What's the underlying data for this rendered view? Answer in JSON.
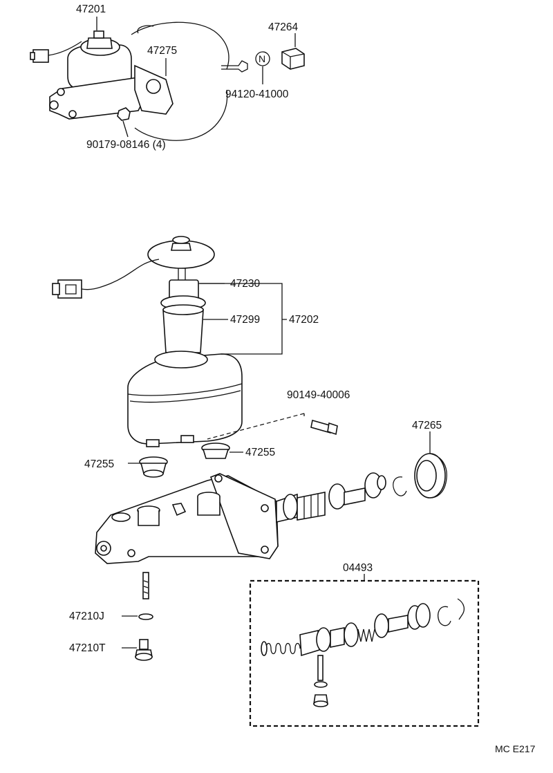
{
  "labels": {
    "p47201": "47201",
    "p47264": "47264",
    "p47275": "47275",
    "p94120": "94120-41000",
    "p90179": "90179-08146 (4)",
    "marker_n": "N",
    "p47230": "47230",
    "p47299": "47299",
    "p47202": "47202",
    "p90149": "90149-40006",
    "p47265": "47265",
    "p47255_left": "47255",
    "p47255_right": "47255",
    "p04493": "04493",
    "p47210j": "47210J",
    "p47210t": "47210T",
    "diagram_code": "MC E217"
  }
}
